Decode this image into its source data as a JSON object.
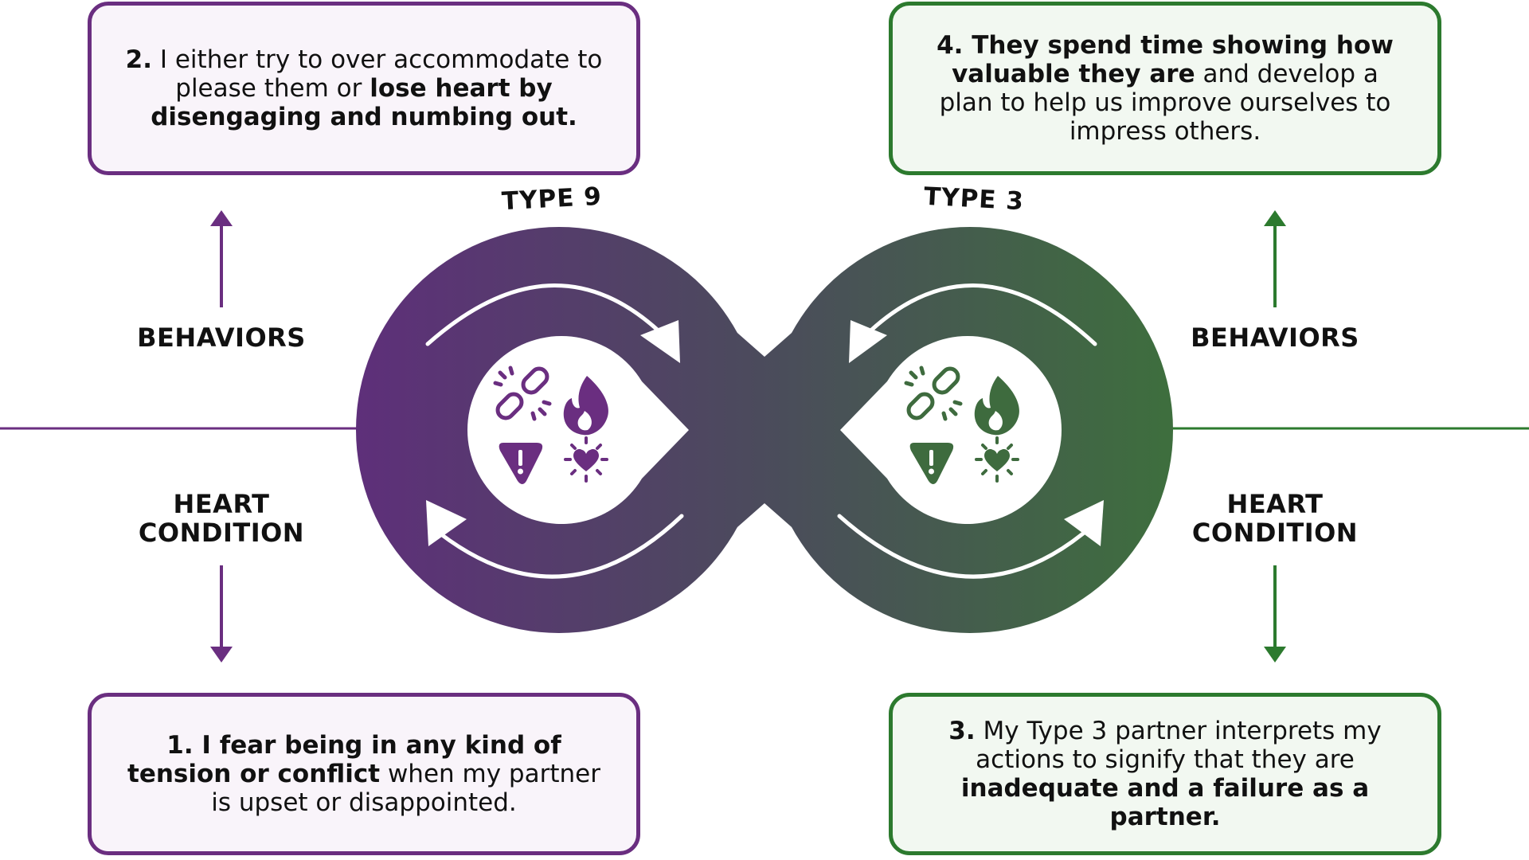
{
  "types": {
    "left": "TYPE 9",
    "right": "TYPE 3"
  },
  "labels": {
    "behaviors_left": "BEHAVIORS",
    "behaviors_right": "BEHAVIORS",
    "heart_left_line1": "HEART",
    "heart_left_line2": "CONDITION",
    "heart_right_line1": "HEART",
    "heart_right_line2": "CONDITION"
  },
  "boxes": {
    "box1": {
      "bold": "1. I fear being in any kind of tension or conflict",
      "rest": " when my partner is upset or disappointed."
    },
    "box2": {
      "bold1": "2.",
      "text": " I either try to over accommodate to please them or ",
      "bold2": "lose heart by disengaging and numbing out."
    },
    "box3": {
      "bold1": "3.",
      "text": " My Type 3 partner interprets my actions to signify that they are ",
      "bold2": "inadequate and a failure as a partner."
    },
    "box4": {
      "bold": "4. They spend time showing how valuable they are",
      "rest": " and develop a plan to help us improve ourselves to impress others."
    }
  },
  "icons": [
    "broken-link-icon",
    "flame-icon",
    "warning-shield-icon",
    "sparkling-heart-icon"
  ],
  "colors": {
    "purple": "#6a2e80",
    "purple_dark": "#5e2f7a",
    "green": "#2c7a2e",
    "green_dark": "#3e6b3e",
    "mid": "#4a4a5e"
  }
}
